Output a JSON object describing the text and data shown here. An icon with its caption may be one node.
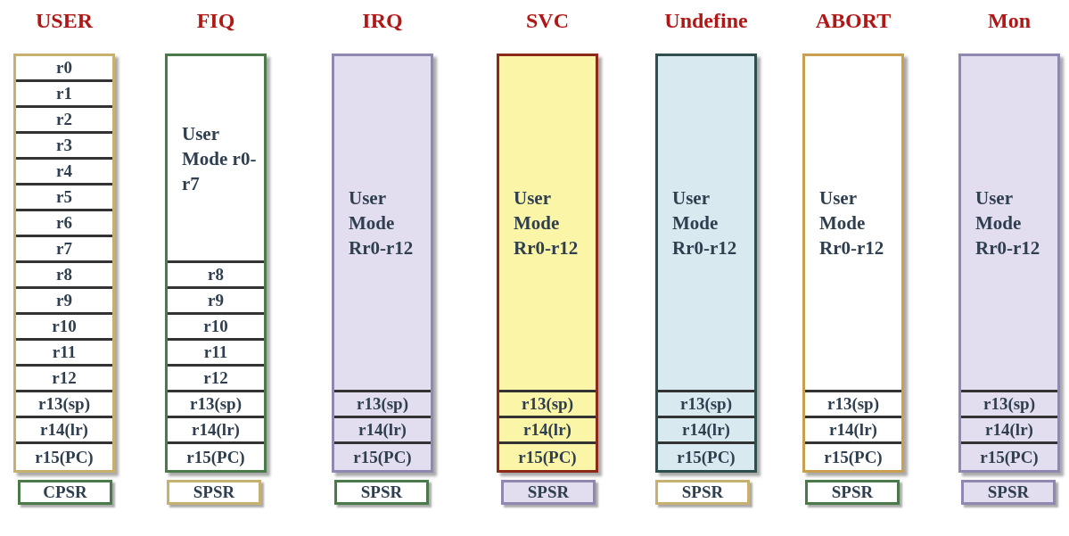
{
  "diagram": {
    "nodes": [
      {
        "text": [
          "USER"
        ]
      },
      {
        "text": [
          "r0"
        ],
        "in": 0
      },
      {
        "text": [
          "r1"
        ],
        "in": 0
      },
      {
        "text": [
          "r2"
        ],
        "in": 0
      },
      {
        "text": [
          "r3"
        ],
        "in": 0
      },
      {
        "text": [
          "r4"
        ],
        "in": 0
      },
      {
        "text": [
          "r5"
        ],
        "in": 0
      },
      {
        "text": [
          "r6"
        ],
        "in": 0
      },
      {
        "text": [
          "r7"
        ],
        "in": 0
      },
      {
        "text": [
          "r8"
        ],
        "in": 0
      },
      {
        "text": [
          "r9"
        ],
        "in": 0
      },
      {
        "text": [
          "r10"
        ],
        "in": 0
      },
      {
        "text": [
          "r11"
        ],
        "in": 0
      },
      {
        "text": [
          "r12"
        ],
        "in": 0
      },
      {
        "text": [
          "r13(sp)"
        ],
        "in": 0
      },
      {
        "text": [
          "r14(lr)"
        ],
        "in": 0
      },
      {
        "text": [
          "r15(PC)"
        ],
        "in": 0
      },
      {
        "text": [
          "FIQ"
        ]
      },
      {
        "text": [
          "User Mode r0-r7"
        ],
        "in": 17
      },
      {
        "text": [
          "r8"
        ],
        "in": 17
      },
      {
        "text": [
          "r9"
        ],
        "in": 17
      },
      {
        "text": [
          "r10"
        ],
        "in": 17
      },
      {
        "text": [
          "r11"
        ],
        "in": 17
      },
      {
        "text": [
          "r12"
        ],
        "in": 17
      },
      {
        "text": [
          "r13(sp)"
        ],
        "in": 17
      },
      {
        "text": [
          "r14(lr)"
        ],
        "in": 17
      },
      {
        "text": [
          "r15(PC)"
        ],
        "in": 17
      },
      {
        "text": [
          "IRQ"
        ]
      },
      {
        "text": [
          "User Mode Rr0-r12"
        ],
        "in": 27
      },
      {
        "text": [
          "r13(sp)"
        ],
        "in": 27
      },
      {
        "text": [
          "r14(lr)"
        ],
        "in": 27
      },
      {
        "text": [
          "r15(PC)"
        ],
        "in": 27
      },
      {
        "text": [
          "SVC"
        ]
      },
      {
        "text": [
          "User Mode Rr0-r12"
        ],
        "in": 32
      },
      {
        "text": [
          "r13(sp)"
        ],
        "in": 32
      },
      {
        "text": [
          "r14(lr)"
        ],
        "in": 32
      },
      {
        "text": [
          "r15(PC)"
        ],
        "in": 32
      },
      {
        "text": [
          "Undefine"
        ]
      },
      {
        "text": [
          "User Mode Rr0-r12"
        ],
        "in": 37
      },
      {
        "text": [
          "r13(sp)"
        ],
        "in": 37
      },
      {
        "text": [
          "r14(lr)"
        ],
        "in": 37
      },
      {
        "text": [
          "r15(PC)"
        ],
        "in": 37
      },
      {
        "text": [
          "ABORT"
        ]
      },
      {
        "text": [
          "User Mode Rr0-r12"
        ],
        "in": 42
      },
      {
        "text": [
          "r13(sp)"
        ],
        "in": 42
      },
      {
        "text": [
          "r14(lr)"
        ],
        "in": 42
      },
      {
        "text": [
          "r15(PC)"
        ],
        "in": 42
      },
      {
        "text": [
          "Mon"
        ]
      },
      {
        "text": [
          "User Mode Rr0-r12"
        ],
        "in": 47
      },
      {
        "text": [
          "r13(sp)"
        ],
        "in": 47
      },
      {
        "text": [
          "r14(lr)"
        ],
        "in": 47
      },
      {
        "text": [
          "r15(PC)"
        ],
        "in": 47
      },
      {
        "text": [
          "CPSR"
        ]
      },
      {
        "text": [
          "SPSR"
        ]
      },
      {
        "text": [
          "SPSR"
        ]
      },
      {
        "text": [
          "SPSR"
        ]
      },
      {
        "text": [
          "SPSR"
        ]
      },
      {
        "text": [
          "SPSR"
        ]
      },
      {
        "text": [
          "SPSR"
        ]
      }
    ]
  }
}
